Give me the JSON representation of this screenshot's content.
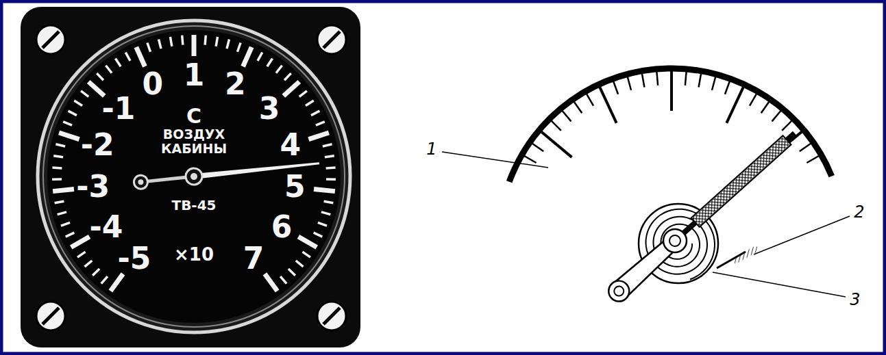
{
  "diagram": {
    "labels": [
      "0",
      "1",
      "2",
      "3",
      "4",
      "5",
      "6",
      "7",
      "-1",
      "-2",
      "-3",
      "-4",
      "-5",
      "С",
      "ВОЗДУХ КАБИНЫ",
      "ТВ-45",
      "×10",
      "1",
      "2",
      "3"
    ]
  }
}
